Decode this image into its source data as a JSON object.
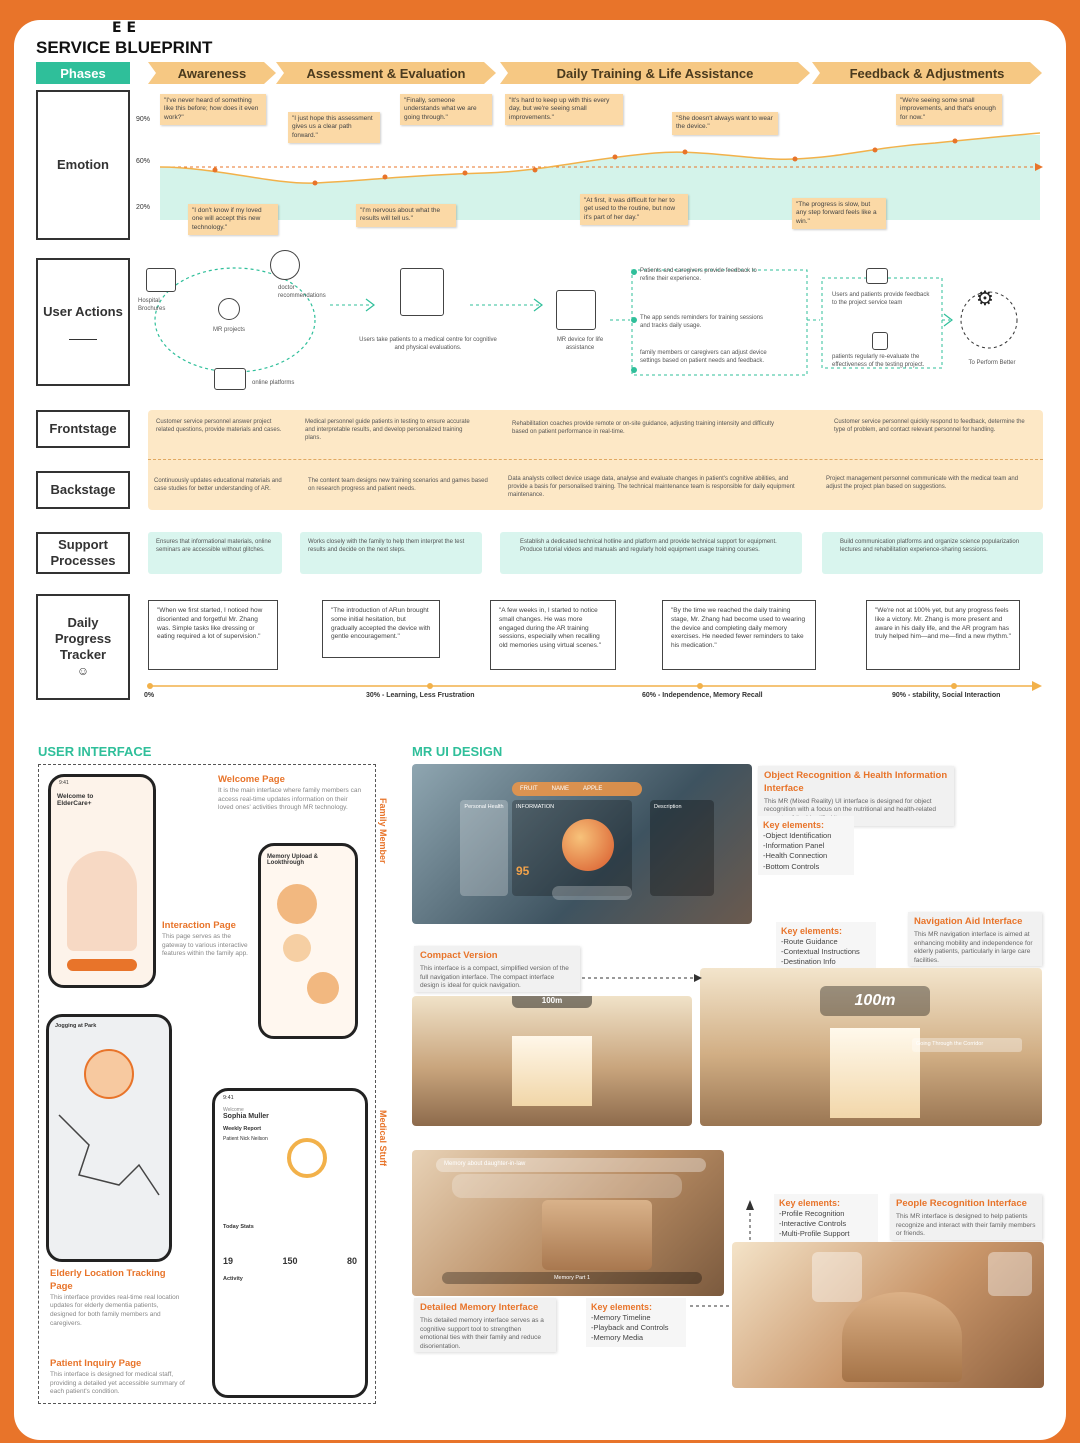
{
  "header": {
    "top_mark": "E E",
    "title": "SERVICE BLUEPRINT"
  },
  "phases_label": "Phases",
  "phases": [
    "Awareness",
    "Assessment & Evaluation",
    "Daily Training & Life Assistance",
    "Feedback & Adjustments"
  ],
  "rows": {
    "emotion": "Emotion",
    "user_actions": "User Actions",
    "frontstage": "Frontstage",
    "backstage": "Backstage",
    "support": "Support Processes",
    "tracker": "Daily Progress Tracker"
  },
  "emotion_axis": [
    "90%",
    "60%",
    "20%"
  ],
  "emotion_quotes": [
    "\"I've never heard of something like this before; how does it even work?\"",
    "\"I just hope this assessment gives us a clear path forward.\"",
    "\"Finally, someone understands what we are going through.\"",
    "\"It's hard to keep up with this every day, but we're seeing small improvements.\"",
    "\"She doesn't always want to wear the device.\"",
    "\"We're seeing some small improvements, and that's enough for now.\"",
    "\"I don't know if my loved one will accept this new technology.\"",
    "\"I'm nervous about what the results will tell us.\"",
    "\"At first, it was difficult for her to get used to the routine, but now it's part of her day.\"",
    "\"The progress is slow, but any step forward feels like a win.\""
  ],
  "actions": {
    "brochures": "Hospital Brochures",
    "mr_projects": "MR projects",
    "doctor": "doctor recommendations",
    "online": "online platforms",
    "test": "Users take patients to a medical centre for cognitive and physical evaluations.",
    "device": "MR device for life assistance",
    "feedback1": "Patients and caregivers provide feedback to refine their experience.",
    "reminders": "The app sends reminders for training sessions and tracks daily usage.",
    "family": "family members or caregivers can adjust device settings based on patient needs and feedback.",
    "feedback2": "Users and patients provide feedback to the project service team",
    "reeval": "patients regularly re-evaluate the effectiveness of the testing project.",
    "perform": "To Perform Better"
  },
  "frontstage": [
    "Customer service personnel answer project related questions, provide materials and cases.",
    "Medical personnel guide patients in testing to ensure accurate and interpretable results, and develop personalized training plans.",
    "Rehabilitation coaches provide remote or on-site guidance, adjusting training intensity and difficulty based on patient performance in real-time.",
    "Customer service personnel quickly respond to feedback, determine the type of problem, and contact relevant personnel for handling."
  ],
  "backstage": [
    "Continuously updates educational materials and case studies for better understanding of AR.",
    "The content team designs new training scenarios and games based on research progress and patient needs.",
    "Data analysts collect device usage data, analyse and evaluate changes in patient's cognitive abilities, and provide a basis for personalised training. The technical maintenance team is responsible for daily equipment maintenance.",
    "Project management personnel communicate with the medical team and adjust the project plan based on suggestions."
  ],
  "support": [
    "Ensures that informational materials, online seminars are accessible without glitches.",
    "Works closely with the family to help them interpret the test results and decide on the next steps.",
    "Establish a dedicated technical hotline and platform and provide technical support for equipment. Produce tutorial videos and manuals and regularly hold equipment usage training courses.",
    "Build communication platforms and organize science popularization lectures and rehabilitation experience-sharing sessions."
  ],
  "tracker": [
    "\"When we first started, I noticed how disoriented and forgetful Mr. Zhang was. Simple tasks like dressing or eating required a lot of supervision.\"",
    "\"The introduction of ARun brought some initial hesitation, but gradually accepted the device with gentle encouragement.\"",
    "\"A few weeks in, I started to notice small changes. He was more engaged during the AR training sessions, especially when recalling old memories using virtual scenes.\"",
    "\"By the time we reached the daily training stage, Mr. Zhang had become used to wearing the device and completing daily memory exercises. He needed fewer reminders to take his medication.\"",
    "\"We're not at 100% yet, but any progress feels like a victory. Mr. Zhang is more present and aware in his daily life, and the AR program has truly helped him—and me—find a new rhythm.\""
  ],
  "milestones": [
    "0%",
    "30% - Learning, Less Frustration",
    "60% - Independence, Memory Recall",
    "90% - stability, Social Interaction"
  ],
  "ui": {
    "title": "USER INTERFACE",
    "family": "Family Member",
    "medical": "Medical Stuff",
    "welcome_title": "Welcome Page",
    "welcome_text": "It is the main interface where family members can access real-time updates information on their loved ones' activities through MR technology.",
    "interaction_title": "Interaction Page",
    "interaction_text": "This page serves as the gateway to various interactive features within the family app.",
    "location_title": "Elderly Location Tracking Page",
    "location_text": "This interface provides real-time real location updates for elderly dementia patients, designed for both family members and caregivers.",
    "inquiry_title": "Patient Inquiry Page",
    "inquiry_text": "This interface is designed for medical staff, providing a detailed yet accessible summary of each patient's condition.",
    "phone1_title": "Welcome to ElderCare+",
    "phone2_title": "Memory Upload & Lookthrough",
    "phone3_title": "Jogging at Park",
    "phone4_welcome": "Welcome",
    "phone4_name": "Sophia Muller",
    "phone4_report": "Weekly Report",
    "phone4_patient": "Patient Nick Neilson",
    "phone4_stats": "Today Stats",
    "phone4_v1": "19",
    "phone4_v2": "150",
    "phone4_v3": "80",
    "phone4_activity": "Activity",
    "time": "9:41"
  },
  "mr": {
    "title": "MR UI DESIGN",
    "obj_title": "Object Recognition & Health Information Interface",
    "obj_text": "This MR (Mixed Reality) UI interface is designed for object recognition with a focus on the nutritional and health-related aspects of the identified item.",
    "obj_keys": [
      "Key elements:",
      "-Object Identification",
      "-Information Panel",
      "-Health Connection",
      "-Bottom Controls"
    ],
    "nav_keys": [
      "Key elements:",
      "-Route Guidance",
      "-Contextual Instructions",
      "-Destination Info"
    ],
    "nav_title": "Navigation Aid Interface",
    "nav_text": "This MR navigation interface is aimed at enhancing mobility and independence for elderly patients, particularly in large care facilities.",
    "compact_title": "Compact Version",
    "compact_text": "This interface is a compact, simplified version of the full navigation interface. The compact interface design is ideal for quick navigation.",
    "dist_small": "100m",
    "dist_big": "100m",
    "corridor": "Going Through the Corridor",
    "fruit": "FRUIT",
    "name": "NAME",
    "apple": "APPLE",
    "information": "INFORMATION",
    "description": "Description",
    "personal": "Personal Health",
    "calories": "95",
    "memory_banner": "Memory about daughter-in-law",
    "memory_part": "Memory Part 1",
    "mem_title": "Detailed Memory Interface",
    "mem_text": "This detailed memory interface serves as a cognitive support tool to strengthen emotional ties with their family and reduce disorientation.",
    "mem_keys": [
      "Key elements:",
      "-Memory Timeline",
      "-Playback and Controls",
      "-Memory Media"
    ],
    "people_keys": [
      "Key elements:",
      "-Profile Recognition",
      "-Interactive Controls",
      "-Multi-Profile Support"
    ],
    "people_title": "People Recognition Interface",
    "people_text": "This MR interface is designed to help patients recognize and interact with their family members or friends."
  },
  "colors": {
    "orange": "#e8742a",
    "teal": "#2fbf9a",
    "peach": "#f6c883",
    "mint": "#d9f5ee"
  }
}
